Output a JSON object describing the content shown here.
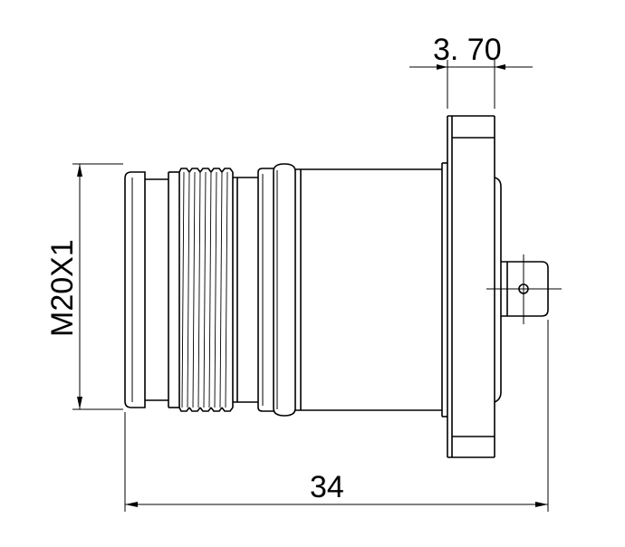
{
  "drawing": {
    "dim_top": "3. 70",
    "dim_left": "M20X1",
    "dim_bottom": "34"
  },
  "colors": {
    "line": "#000000",
    "background": "#ffffff"
  }
}
